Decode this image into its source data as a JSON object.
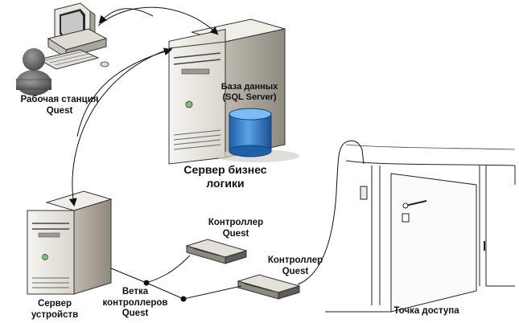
{
  "labels": {
    "workstation": {
      "line1": "Рабочая станция",
      "line2": "Quest"
    },
    "database": {
      "line1": "База данных",
      "line2": "(SQL Server)"
    },
    "business_server": {
      "line1": "Сервер бизнес",
      "line2": "логики"
    },
    "device_server": {
      "line1": "Сервер",
      "line2": "устройств"
    },
    "controller_branch": {
      "line1": "Ветка",
      "line2": "контроллеров",
      "line3": "Quest"
    },
    "controller_1": {
      "line1": "Контроллер",
      "line2": "Quest"
    },
    "controller_2": {
      "line1": "Контроллер",
      "line2": "Quest"
    },
    "access_point": {
      "line1": "Точка доступа"
    }
  },
  "colors": {
    "server_body": "#ece9e3",
    "server_shadow": "#9f9b93",
    "database": "#2f78c6",
    "line": "#111111"
  },
  "icons": [
    "computer-icon",
    "user-icon",
    "server-icon",
    "database-icon",
    "controller-icon",
    "door-icon"
  ]
}
